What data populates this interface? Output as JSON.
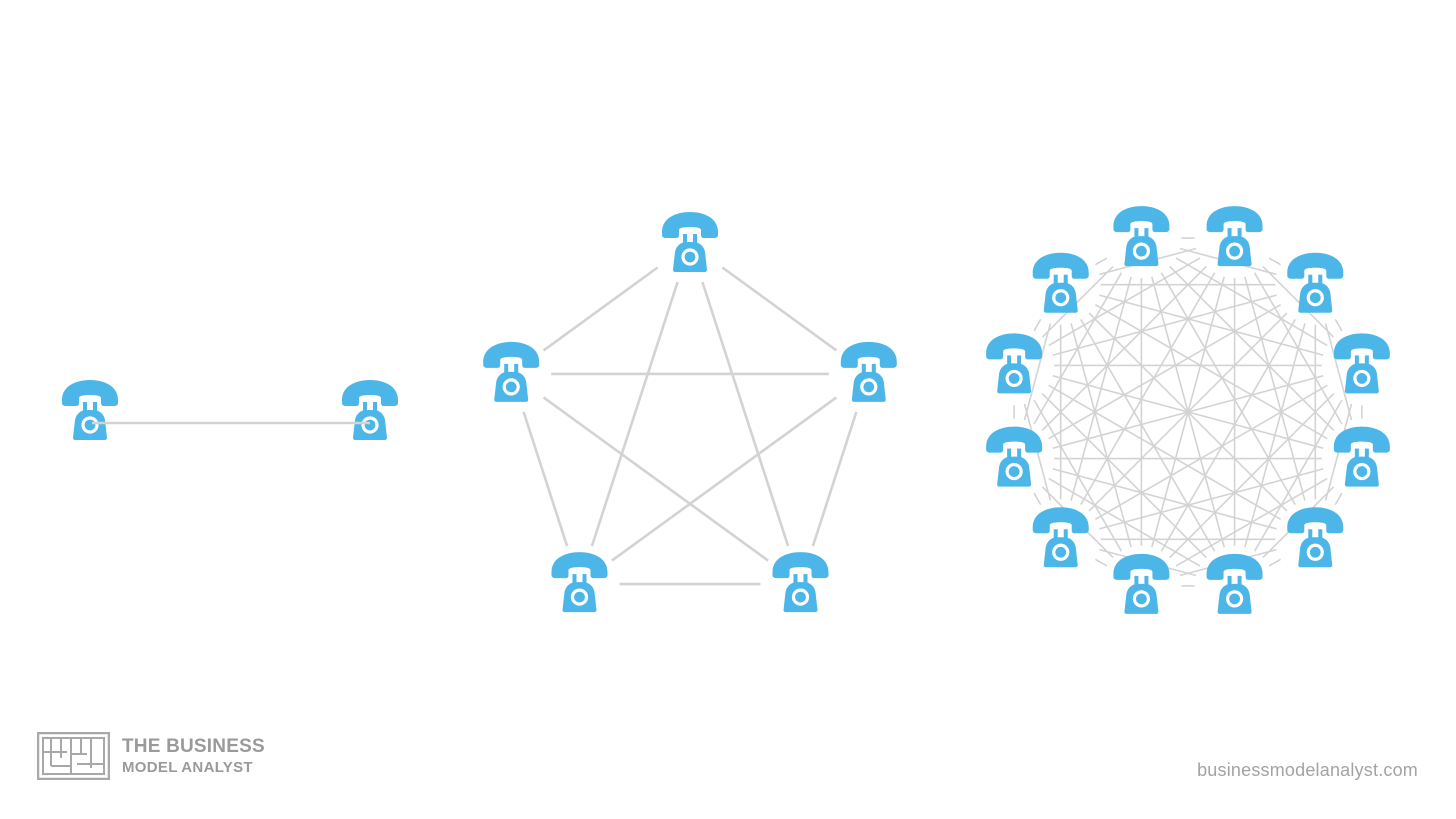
{
  "colors": {
    "phone": "#4DB6E8",
    "edge": "#D3D3D3",
    "logo": "#9A9A9A",
    "url": "#A3A3A3"
  },
  "icon": "telephone-icon",
  "networks": [
    {
      "name": "network-2-nodes",
      "nodes": 2
    },
    {
      "name": "network-5-nodes",
      "nodes": 5
    },
    {
      "name": "network-12-nodes",
      "nodes": 12
    }
  ],
  "branding": {
    "logo_line1": "THE BUSINESS",
    "logo_line2": "MODEL ANALYST",
    "url": "businessmodelanalyst.com"
  }
}
